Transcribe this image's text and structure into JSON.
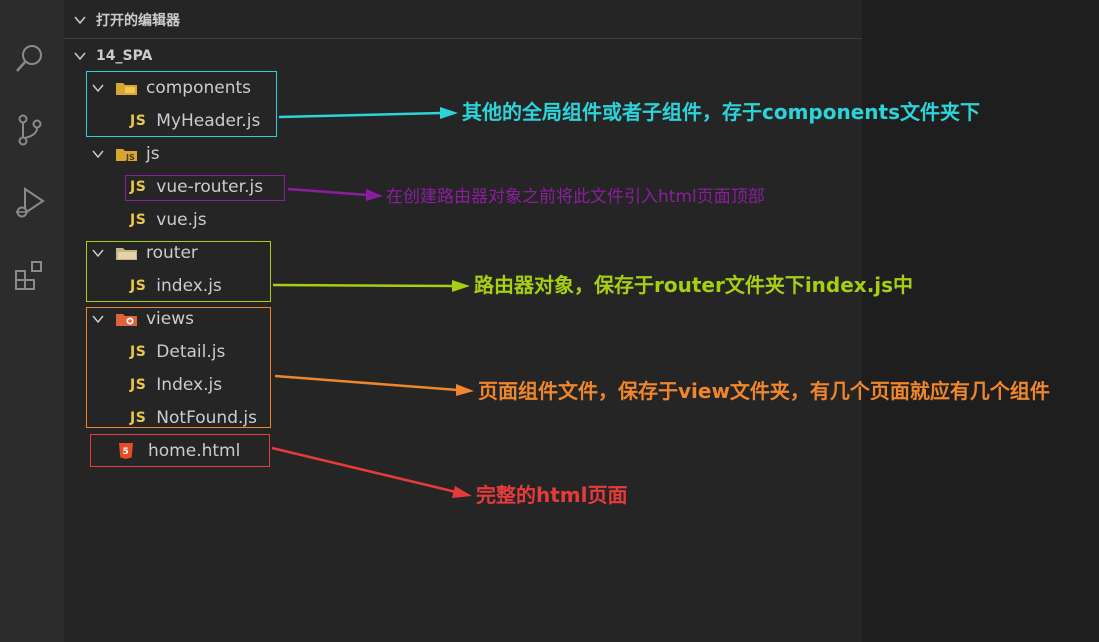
{
  "explorer": {
    "open_editors_label": "打开的编辑器",
    "project_label": "14_SPA"
  },
  "tree": {
    "components": "components",
    "my_header": "MyHeader.js",
    "js_folder": "js",
    "vue_router": "vue-router.js",
    "vue": "vue.js",
    "router": "router",
    "index_router": "index.js",
    "views": "views",
    "detail": "Detail.js",
    "index_view": "Index.js",
    "not_found": "NotFound.js",
    "home": "home.html"
  },
  "js_badge": "JS",
  "annotations": {
    "components_note": "其他的全局组件或者子组件，存于components文件夹下",
    "vue_router_note": "在创建路由器对象之前将此文件引入html页面顶部",
    "router_note": "路由器对象，保存于router文件夹下index.js中",
    "views_note": "页面组件文件，保存于view文件夹，有几个页面就应有几个组件",
    "home_note": "完整的html页面"
  },
  "colors": {
    "cyan": "#2cd3d9",
    "purple": "#8b1e9e",
    "yellowgreen": "#a7cf12",
    "orange": "#f0862c",
    "red": "#e63b3b",
    "js_yellow": "#e8c74a"
  },
  "icons": {
    "activity": [
      "search-icon",
      "source-control-icon",
      "run-debug-icon",
      "extensions-icon"
    ],
    "file": [
      "folder-icon",
      "js-file-icon",
      "html5-icon"
    ]
  }
}
